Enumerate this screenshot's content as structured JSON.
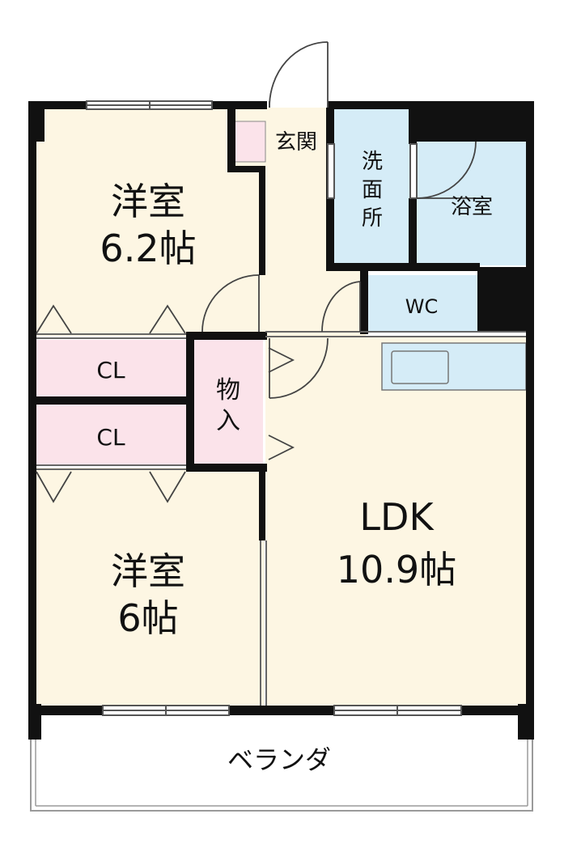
{
  "rooms": {
    "western_top": {
      "name": "洋室",
      "size": "6.2帖"
    },
    "western_bottom": {
      "name": "洋室",
      "size": "6帖"
    },
    "ldk": {
      "name": "LDK",
      "size": "10.9帖"
    },
    "entrance": "玄関",
    "washroom": [
      "洗",
      "面",
      "所"
    ],
    "bathroom": "浴室",
    "toilet": "WC",
    "closet_1": "CL",
    "closet_2": "CL",
    "storage": [
      "物",
      "入"
    ],
    "veranda": "ベランダ"
  },
  "colors": {
    "wall": "#111111",
    "room_beige": "#fdf6e3",
    "wet_area_blue": "#d5ecf7",
    "closet_pink": "#fbe3ea",
    "veranda": "#ffffff"
  }
}
